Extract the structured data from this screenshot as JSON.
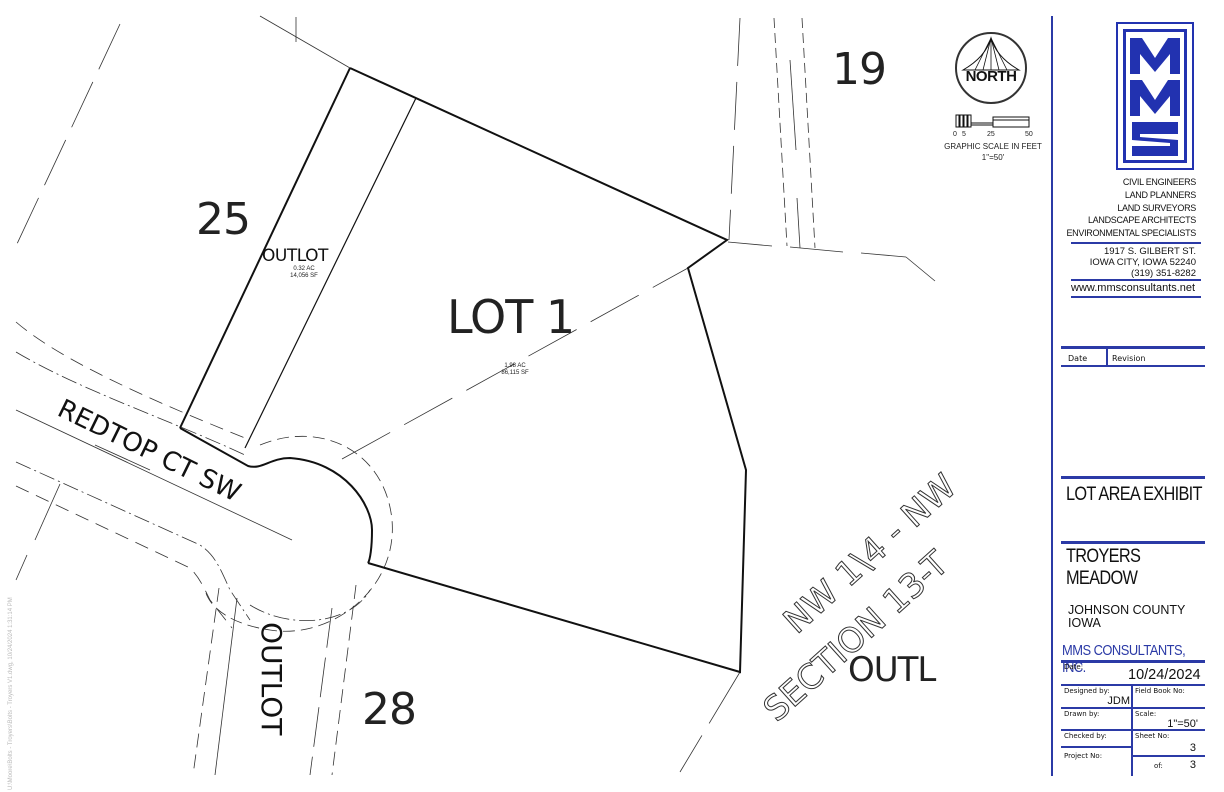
{
  "drawing": {
    "lots": {
      "lot_25": "25",
      "lot_28": "28",
      "lot_19": "19",
      "lot_1": {
        "label": "LOT 1",
        "acres": "1.98  AC",
        "square_feet": "86,115  SF"
      },
      "outlot_north": {
        "label": "OUTLOT",
        "acres": "0.32  AC",
        "square_feet": "14,056  SF"
      },
      "outlot_south": "OUTLOT",
      "outlot_east": "OUTL"
    },
    "street_name": "REDTOP CT SW",
    "section_line_1": "NW 1\\4 - NW",
    "section_line_2": "SECTION 13-T",
    "file_path_watermark": "U:\\Moore\\Bolts - Troyers\\Bolts - Troyers V1.dwg, 10/24/2024 1:31:14 PM"
  },
  "north_arrow": {
    "label": "NORTH",
    "scale_ticks": [
      "0",
      "5",
      "25",
      "50"
    ],
    "scale_title": "GRAPHIC SCALE IN FEET",
    "scale_ratio": "1\"=50'"
  },
  "title_block": {
    "logo_text": "MMS",
    "services": [
      "CIVIL ENGINEERS",
      "LAND PLANNERS",
      "LAND SURVEYORS",
      "LANDSCAPE ARCHITECTS",
      "ENVIRONMENTAL SPECIALISTS"
    ],
    "address": [
      "1917 S. GILBERT ST.",
      "IOWA CITY, IOWA 52240",
      "(319) 351-8282"
    ],
    "website": "www.mmsconsultants.net",
    "revision_table": {
      "col_date": "Date",
      "col_revision": "Revision"
    },
    "sheet_title": "LOT AREA EXHIBIT",
    "project_name": "TROYERS MEADOW",
    "location_line1": "JOHNSON COUNTY",
    "location_line2": "IOWA",
    "firm_name": "MMS CONSULTANTS, INC.",
    "fields": {
      "date_label": "Date:",
      "date_value": "10/24/2024",
      "designed_by_label": "Designed by:",
      "designed_by_value": "JDM",
      "field_book_label": "Field Book No:",
      "field_book_value": "",
      "drawn_by_label": "Drawn by:",
      "drawn_by_value": "",
      "scale_label": "Scale:",
      "scale_value": "1\"=50'",
      "checked_by_label": "Checked by:",
      "checked_by_value": "",
      "sheet_no_label": "Sheet No:",
      "sheet_no_value": "3",
      "project_no_label": "Project No:",
      "project_no_value": "",
      "of_label": "of:",
      "of_value": "3"
    }
  },
  "colors": {
    "brand_blue": "#2232b0",
    "linework": "#111111"
  }
}
